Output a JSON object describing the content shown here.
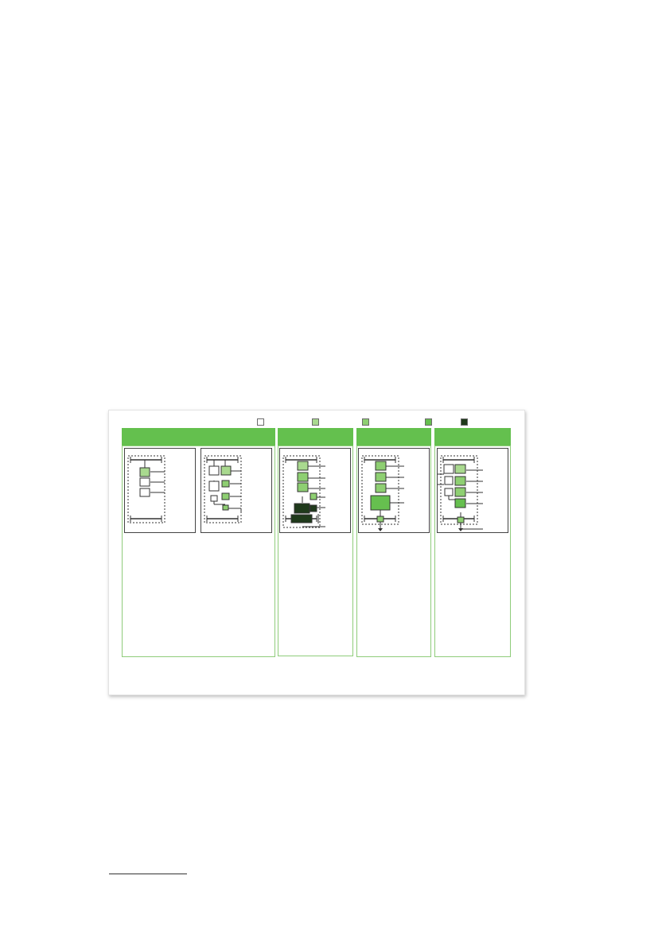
{
  "colors": {
    "header": "#64c04e",
    "border": "#8fcc7a",
    "white": "#ffffff",
    "light_green": "#a9d98f",
    "mid_green": "#8ecf72",
    "green": "#66bf4f",
    "dark": "#1f3a1b"
  },
  "legend": [
    {
      "name": "white-swatch",
      "color": "#ffffff"
    },
    {
      "name": "light-green-swatch",
      "color": "#a9d98f"
    },
    {
      "name": "mid-green-swatch",
      "color": "#8ecf72"
    },
    {
      "name": "green-swatch",
      "color": "#66bf4f"
    },
    {
      "name": "dark-swatch",
      "color": "#1f3a1b"
    }
  ]
}
